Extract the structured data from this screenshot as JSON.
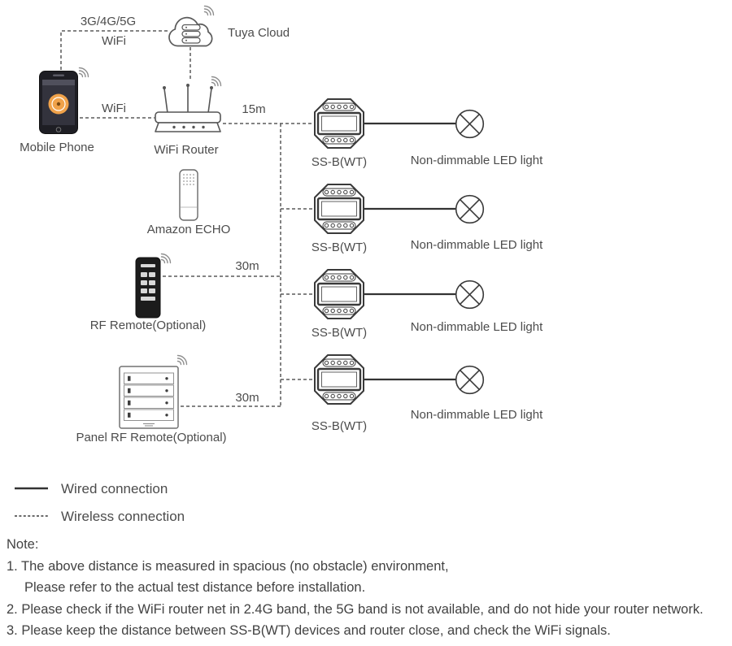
{
  "diagram": {
    "nodes": {
      "mobile_phone": "Mobile Phone",
      "tuya_cloud": "Tuya Cloud",
      "wifi_router": "WiFi Router",
      "amazon_echo": "Amazon ECHO",
      "rf_remote": "RF Remote(Optional)",
      "panel_rf_remote": "Panel RF Remote(Optional)"
    },
    "links": {
      "phone_cloud_network": "3G/4G/5G",
      "phone_cloud_wifi": "WiFi",
      "phone_router_wifi": "WiFi",
      "router_device_distance": "15m",
      "rf_remote_distance": "30m",
      "panel_remote_distance": "30m"
    },
    "receivers": [
      {
        "device": "SS-B(WT)",
        "light": "Non-dimmable LED light"
      },
      {
        "device": "SS-B(WT)",
        "light": "Non-dimmable LED light"
      },
      {
        "device": "SS-B(WT)",
        "light": "Non-dimmable LED light"
      },
      {
        "device": "SS-B(WT)",
        "light": "Non-dimmable LED light"
      }
    ]
  },
  "legend": {
    "wired": "Wired connection",
    "wireless": "Wireless connection"
  },
  "notes": {
    "heading": "Note:",
    "items": [
      "1. The above distance is measured in spacious (no obstacle) environment,",
      "Please refer to the actual test distance before installation.",
      "2. Please check if the WiFi router net in 2.4G band, the 5G band is not available, and do not hide your router network.",
      "3. Please keep the distance between SS-B(WT) devices and router close, and check the WiFi signals."
    ]
  },
  "colors": {
    "line_dark": "#3a3a3a",
    "line_dashed": "#5a5a5a",
    "accent_orange": "#f0a24a"
  }
}
